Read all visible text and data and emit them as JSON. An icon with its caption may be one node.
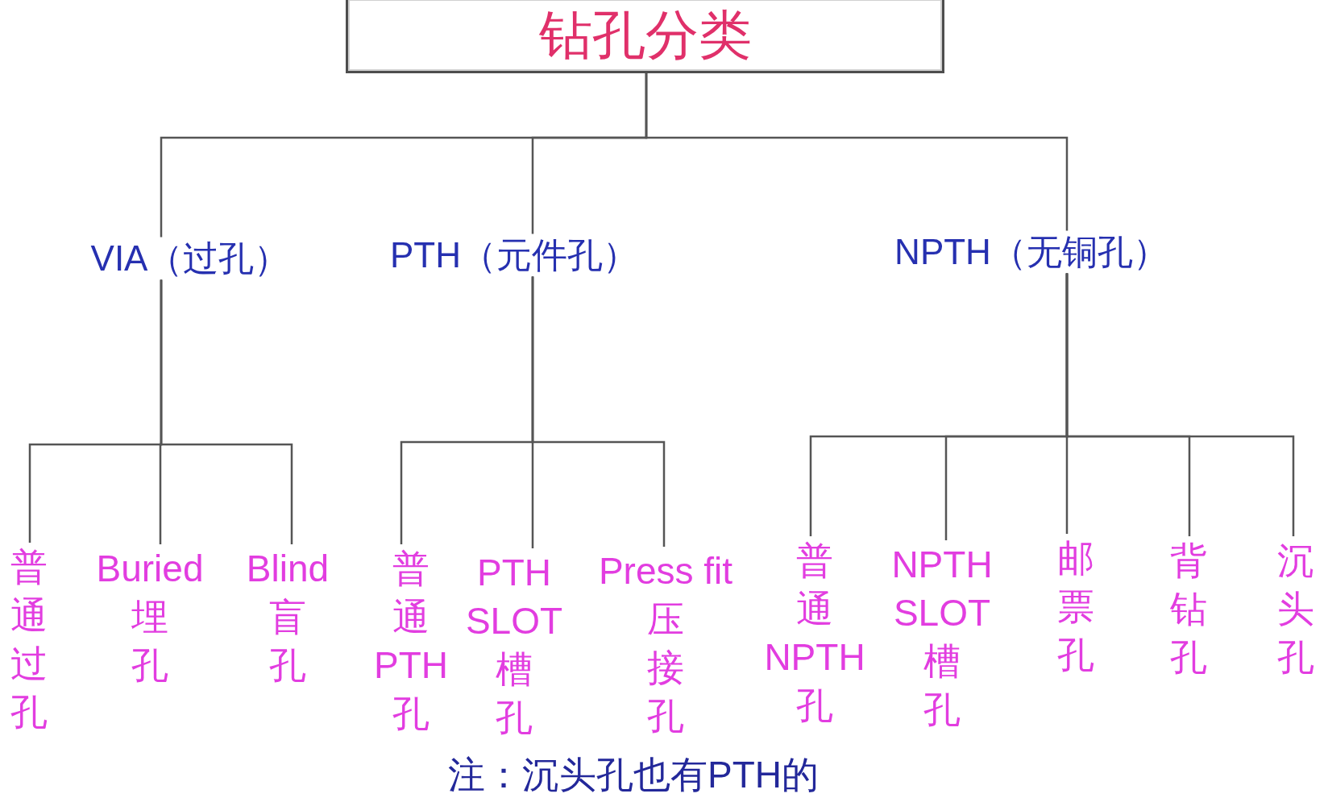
{
  "diagram": {
    "nodes": [
      {
        "text": [
          "钻孔分类"
        ]
      },
      {
        "text": [
          "VIA（过孔）"
        ]
      },
      {
        "text": [
          "PTH（元件孔）"
        ]
      },
      {
        "text": [
          "NPTH（无铜孔）"
        ]
      },
      {
        "text": [
          "普通过孔"
        ]
      },
      {
        "text": [
          "Buried埋孔"
        ]
      },
      {
        "text": [
          "Blind盲孔"
        ]
      },
      {
        "text": [
          "普通PTH孔"
        ]
      },
      {
        "text": [
          "PTH SLOT槽孔"
        ]
      },
      {
        "text": [
          "Press fit压接孔"
        ]
      },
      {
        "text": [
          "普通NPTH孔"
        ]
      },
      {
        "text": [
          "NPTH SLOT槽孔"
        ]
      },
      {
        "text": [
          "邮票孔"
        ]
      },
      {
        "text": [
          "背钻孔"
        ]
      },
      {
        "text": [
          "沉头孔"
        ]
      }
    ],
    "edges": [
      {
        "from": 0,
        "to": 1,
        "arrow": "none"
      },
      {
        "from": 0,
        "to": 2,
        "arrow": "none"
      },
      {
        "from": 0,
        "to": 3,
        "arrow": "none"
      },
      {
        "from": 1,
        "to": 4,
        "arrow": "none"
      },
      {
        "from": 1,
        "to": 5,
        "arrow": "none"
      },
      {
        "from": 1,
        "to": 6,
        "arrow": "none"
      },
      {
        "from": 2,
        "to": 7,
        "arrow": "none"
      },
      {
        "from": 2,
        "to": 8,
        "arrow": "none"
      },
      {
        "from": 2,
        "to": 9,
        "arrow": "none"
      },
      {
        "from": 3,
        "to": 10,
        "arrow": "none"
      },
      {
        "from": 3,
        "to": 11,
        "arrow": "none"
      },
      {
        "from": 3,
        "to": 12,
        "arrow": "none"
      },
      {
        "from": 3,
        "to": 13,
        "arrow": "none"
      },
      {
        "from": 3,
        "to": 14,
        "arrow": "none"
      }
    ],
    "labels": [
      "注：沉头孔也有PTH的"
    ]
  }
}
